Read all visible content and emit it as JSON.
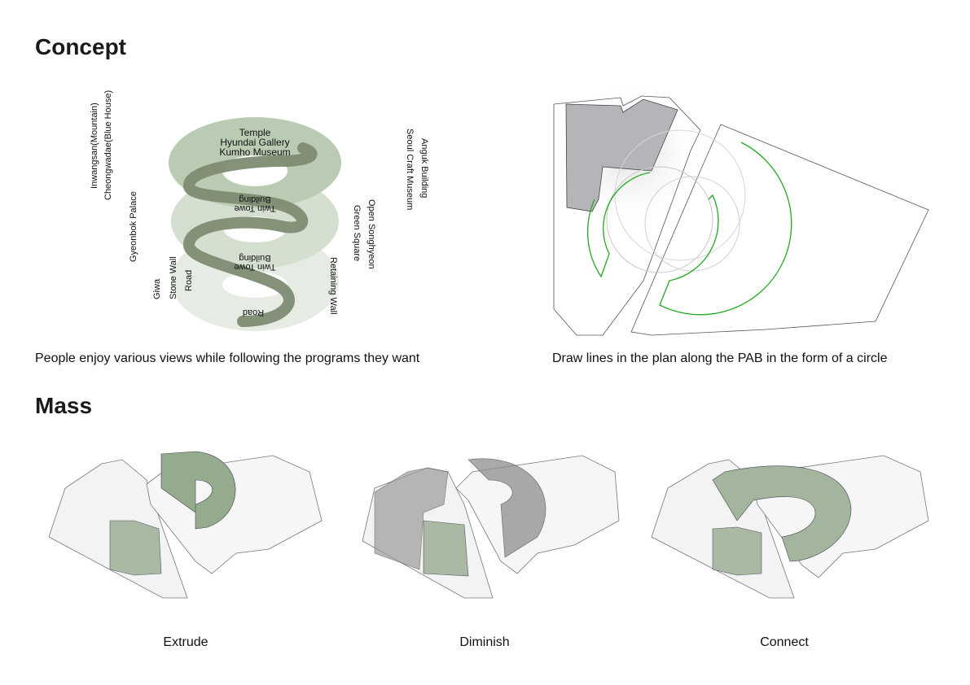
{
  "sections": {
    "concept_title": "Concept",
    "mass_title": "Mass"
  },
  "concept": {
    "caption_left": "People enjoy various views while following the programs they want",
    "caption_right": "Draw lines in the plan along the PAB in the form of a circle",
    "spiral_labels": {
      "top_line1": "Temple",
      "top_line2": "Hyundai Gallery",
      "top_line3": "Kumho Museum",
      "twin1_line1": "Twin Towe",
      "twin1_line2": "Building",
      "twin2_line1": "Twin Towe",
      "twin2_line2": "Building",
      "road_bottom": "Road",
      "inwangsan": "Inwangsan(Mountain)",
      "cheongwadae": "Cheongwadae(Blue House)",
      "gyeonbok": "Gyeonbok Palace",
      "giwa": "Giwa",
      "stone_wall": "Stone Wall",
      "road_left": "Road",
      "anguk": "Anguk Building",
      "seoul_craft": "Seoul Craft Museum",
      "open_songhyeon": "Open Songhyeon",
      "green_square": "Green Square",
      "retaining_wall": "Retaining Wall"
    }
  },
  "mass": {
    "steps": [
      "Extrude",
      "Diminish",
      "Connect"
    ]
  },
  "colors": {
    "green_fill": "#8fa88a",
    "spiral": "#7d8c72",
    "plan_green": "#22aa22",
    "building_grey": "#b5b4b8"
  }
}
